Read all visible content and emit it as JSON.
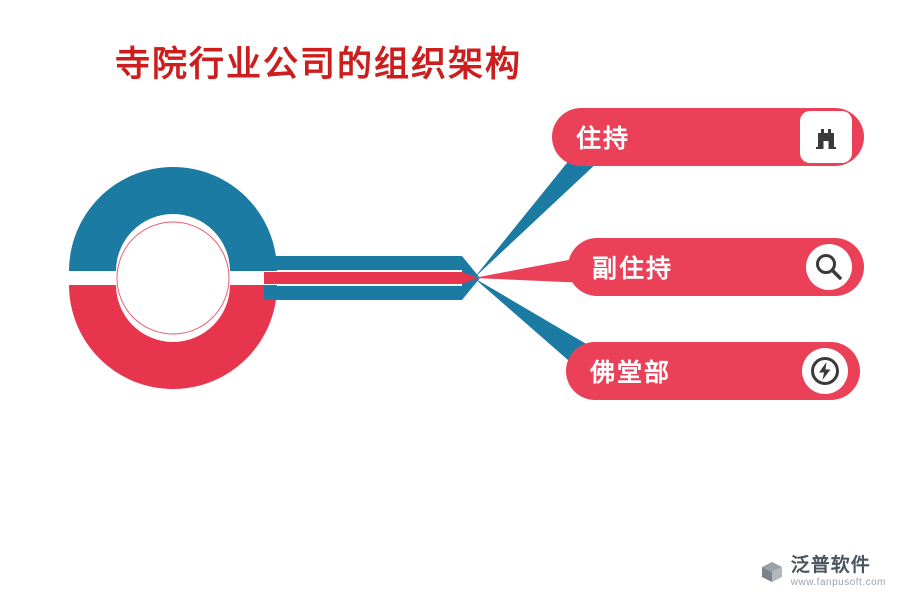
{
  "title": "寺院行业公司的组织架构",
  "diagram": {
    "type": "org-structure-infographic",
    "hub": {
      "shape": "donut-split-ring",
      "top_half_color": "#1c7ba3",
      "bottom_half_color": "#e8354e",
      "inner_ring_stroke": "#ef5d72"
    },
    "connectors": {
      "bar_teal": "#1c7ba3",
      "bar_red_stripe": "#e8354e",
      "wedge_top_color": "#1c7ba3",
      "wedge_middle_color": "#ea4159",
      "wedge_bottom_color": "#1c7ba3"
    },
    "nodes": [
      {
        "label": "住持",
        "icon": "castle-icon",
        "pill_color": "#ea4159"
      },
      {
        "label": "副住持",
        "icon": "magnifier-icon",
        "pill_color": "#ea4159"
      },
      {
        "label": "佛堂部",
        "icon": "lightning-icon",
        "pill_color": "#ea4159"
      }
    ],
    "colors": {
      "teal": "#1c7ba3",
      "red": "#e8354e",
      "pill_red": "#ea4159",
      "title_red": "#cc1e1e",
      "icon_dark": "#3a3a3a"
    }
  },
  "footer": {
    "brand": "泛普软件",
    "url": "www.fanpusoft.com"
  }
}
